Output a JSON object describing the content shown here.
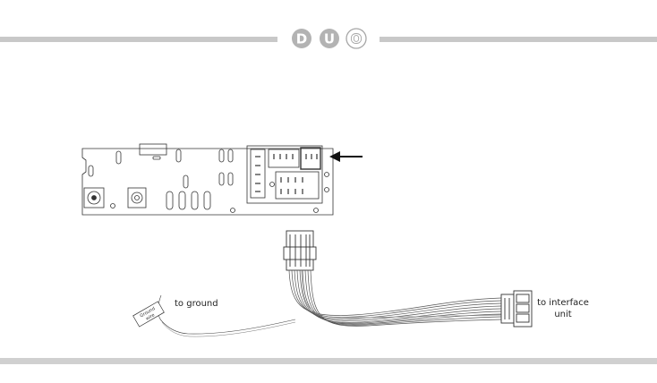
{
  "header": {
    "logo_letters": [
      "D",
      "U",
      "O"
    ],
    "bar_color": "#c8c8c8",
    "logo_fill": "#b3b3b3",
    "logo_outline_color": "#a6a6a6"
  },
  "footer": {
    "bar_color": "#d0d0d0"
  },
  "diagram": {
    "line_color": "#333333",
    "labels": {
      "ground": "to ground",
      "interface_line1": "to interface",
      "interface_line2": "unit",
      "tag_line1": "Ground",
      "tag_line2": "wire"
    }
  }
}
